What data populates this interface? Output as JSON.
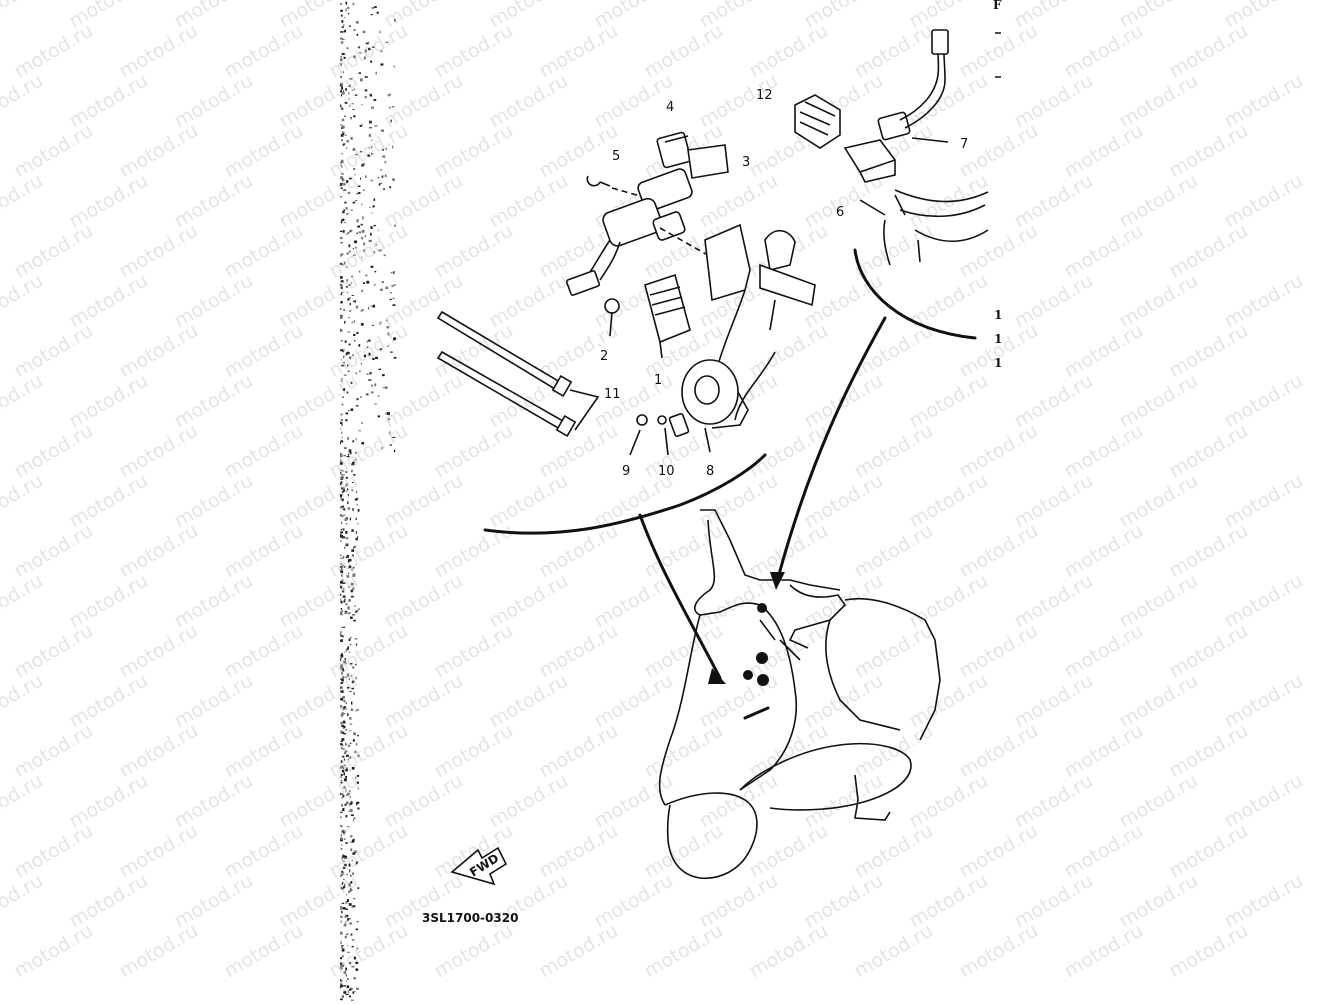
{
  "watermark": "motod.ru",
  "diagram_code": "3SL1700-0320",
  "direction_label": "FWD",
  "callouts": [
    "1",
    "2",
    "3",
    "4",
    "5",
    "6",
    "7",
    "8",
    "9",
    "10",
    "11",
    "12"
  ],
  "edge_labels": [
    "F",
    "1",
    "1",
    "1"
  ],
  "colors": {
    "ink": "#111111",
    "watermark": "#e4e4e4",
    "background": "#ffffff"
  }
}
